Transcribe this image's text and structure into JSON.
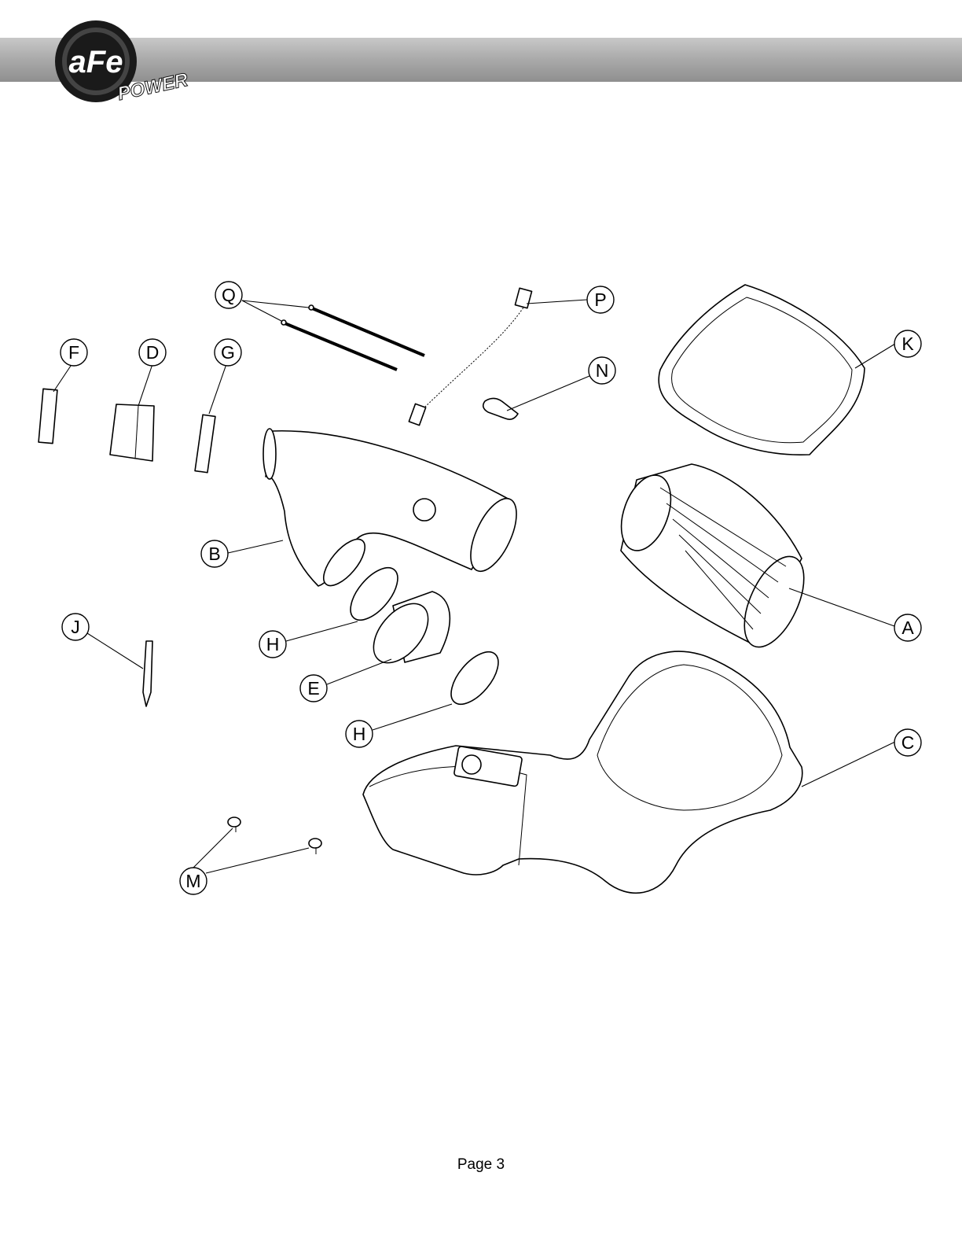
{
  "header": {
    "logo_main": "aFe",
    "logo_sub": "POWER"
  },
  "callouts": {
    "q": "Q",
    "p": "P",
    "k": "K",
    "n": "N",
    "f": "F",
    "d": "D",
    "g": "G",
    "b": "B",
    "a": "A",
    "j": "J",
    "h1": "H",
    "e": "E",
    "h2": "H",
    "c": "C",
    "m": "M"
  },
  "footer": {
    "page": "Page 3"
  }
}
